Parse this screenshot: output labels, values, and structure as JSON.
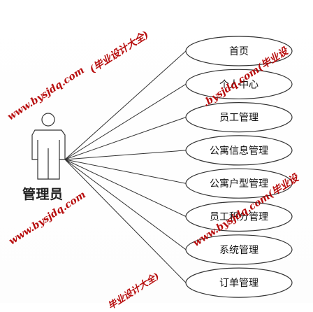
{
  "actor": {
    "label": "管理员"
  },
  "use_cases": [
    {
      "label": "首页"
    },
    {
      "label": "个人中心"
    },
    {
      "label": "员工管理"
    },
    {
      "label": "公寓信息管理"
    },
    {
      "label": "公寓户型管理"
    },
    {
      "label": "员工积分管理"
    },
    {
      "label": "系统管理"
    },
    {
      "label": "订单管理"
    }
  ],
  "watermarks": {
    "left_top": "www.bysjdq.com",
    "left_top_cn": "(毕业设计大全)",
    "left_bottom": "www.bysjdq.com",
    "mid_right": ".bysjdq.com(毕业设",
    "mid_bottom": "www.bysjdq.com(毕业设",
    "bottom": "毕业设计大全)"
  },
  "colors": {
    "watermark": "#b40000",
    "line": "#333333",
    "ellipse_fill": "#ffffff"
  }
}
